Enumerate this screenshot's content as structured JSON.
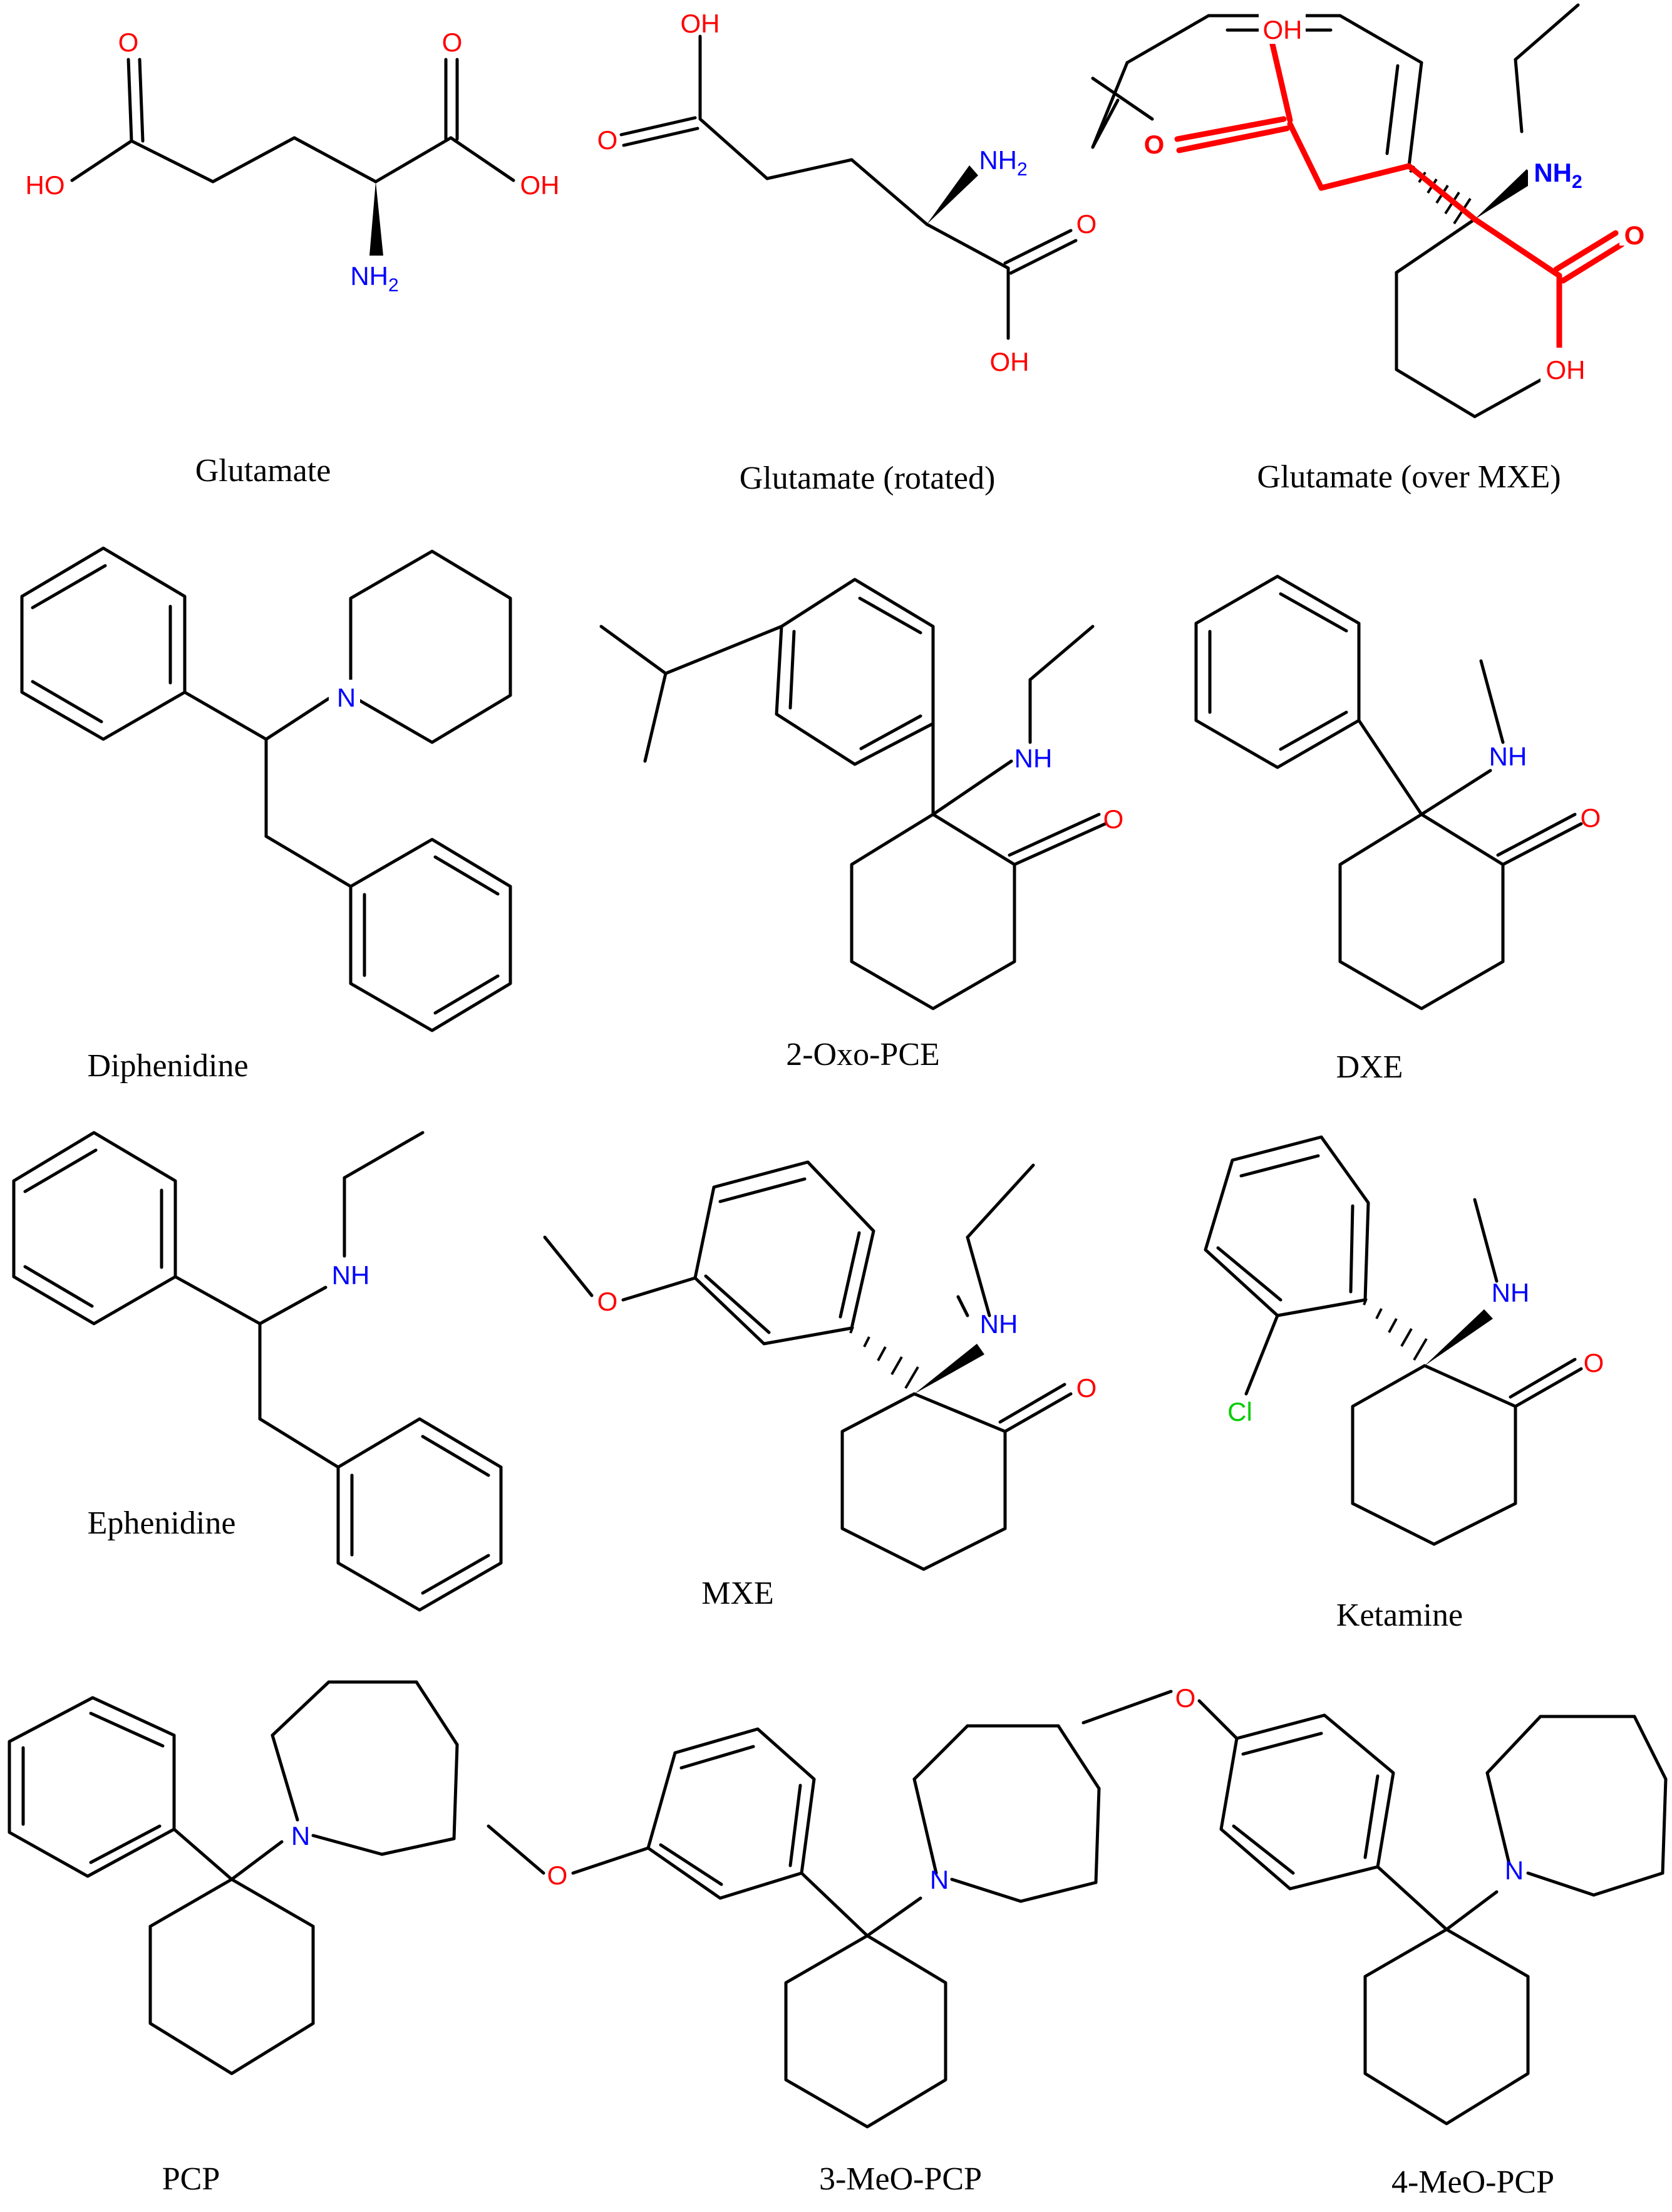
{
  "captions": {
    "glutamate": "Glutamate",
    "glutamate_rotated": "Glutamate (rotated)",
    "glutamate_over_mxe": "Glutamate (over MXE)",
    "diphenidine": "Diphenidine",
    "oxo_pce": "2-Oxo-PCE",
    "dxe": "DXE",
    "ephenidine": "Ephenidine",
    "mxe": "MXE",
    "ketamine": "Ketamine",
    "pcp": "PCP",
    "meo3_pcp": "3-MeO-PCP",
    "meo4_pcp": "4-MeO-PCP"
  },
  "atoms": {
    "O": "O",
    "OH": "OH",
    "HO": "HO",
    "NH": "NH",
    "N": "N",
    "Cl": "Cl",
    "NH2_main": "NH",
    "NH2_sub": "2"
  },
  "colors": {
    "oxygen": "#ff0000",
    "nitrogen": "#0000ff",
    "chlorine": "#00cc00",
    "highlight": "#ff0000",
    "bond": "#000000"
  }
}
